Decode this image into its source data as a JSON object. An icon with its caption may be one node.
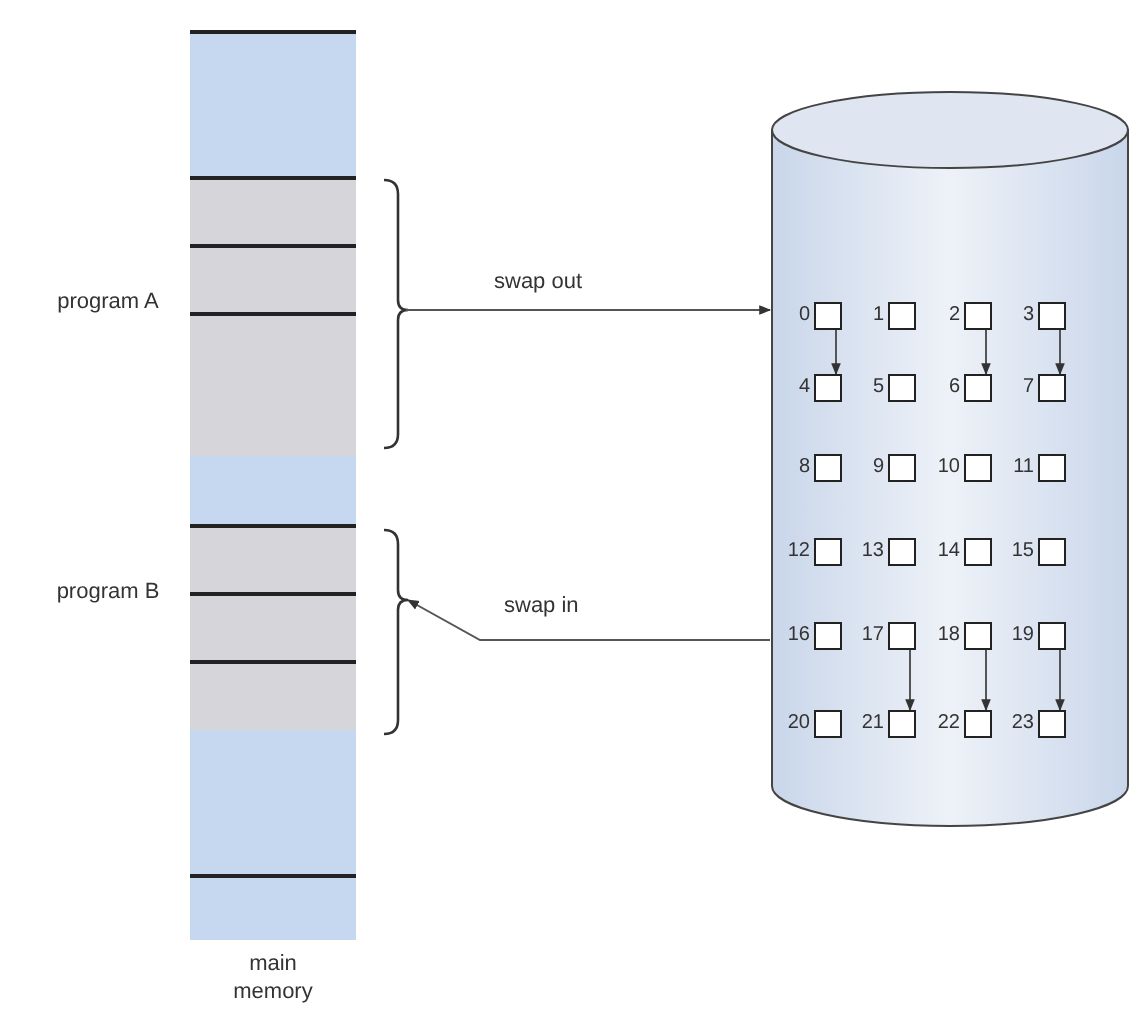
{
  "diagram": {
    "nodes": [
      {
        "text": [],
        "shape": "bar",
        "beside": [
          "main memory"
        ]
      },
      {
        "text": [],
        "shape": "cylinder"
      },
      {
        "text": [
          "0"
        ],
        "in": 1
      },
      {
        "text": [
          "1"
        ],
        "in": 1
      },
      {
        "text": [
          "2"
        ],
        "in": 1
      },
      {
        "text": [
          "3"
        ],
        "in": 1
      },
      {
        "text": [
          "4"
        ],
        "in": 1
      },
      {
        "text": [
          "5"
        ],
        "in": 1
      },
      {
        "text": [
          "6"
        ],
        "in": 1
      },
      {
        "text": [
          "7"
        ],
        "in": 1
      },
      {
        "text": [
          "8"
        ],
        "in": 1
      },
      {
        "text": [
          "9"
        ],
        "in": 1
      },
      {
        "text": [
          "10"
        ],
        "in": 1
      },
      {
        "text": [
          "11"
        ],
        "in": 1
      },
      {
        "text": [
          "12"
        ],
        "in": 1
      },
      {
        "text": [
          "13"
        ],
        "in": 1
      },
      {
        "text": [
          "14"
        ],
        "in": 1
      },
      {
        "text": [
          "15"
        ],
        "in": 1
      },
      {
        "text": [
          "16"
        ],
        "in": 1
      },
      {
        "text": [
          "17"
        ],
        "in": 1
      },
      {
        "text": [
          "18"
        ],
        "in": 1
      },
      {
        "text": [
          "19"
        ],
        "in": 1
      },
      {
        "text": [
          "20"
        ],
        "in": 1
      },
      {
        "text": [
          "21"
        ],
        "in": 1
      },
      {
        "text": [
          "22"
        ],
        "in": 1
      },
      {
        "text": [
          "23"
        ],
        "in": 1
      }
    ],
    "edges": [
      {
        "from": 0,
        "to": 1,
        "arrow": "to",
        "label": "swap out"
      },
      {
        "from": 1,
        "to": 0,
        "arrow": "to",
        "label": "swap in"
      },
      {
        "from": 2,
        "to": 6,
        "arrow": "to"
      },
      {
        "from": 4,
        "to": 8,
        "arrow": "to"
      },
      {
        "from": 5,
        "to": 9,
        "arrow": "to"
      },
      {
        "from": 19,
        "to": 23,
        "arrow": "to"
      },
      {
        "from": 20,
        "to": 24,
        "arrow": "to"
      },
      {
        "from": 21,
        "to": 25,
        "arrow": "to"
      }
    ],
    "labels": [
      "program A",
      "program B"
    ]
  }
}
